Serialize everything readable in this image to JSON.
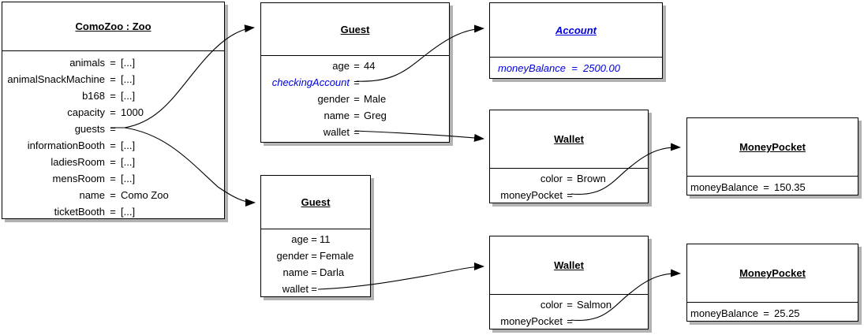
{
  "ui": {
    "equals": "="
  },
  "colors": {
    "reference_blue": "#0000e0",
    "line": "#000000",
    "shadow": "#b2b2b2",
    "background": "#ffffff"
  },
  "boxes": {
    "comozoo": {
      "title": "ComoZoo : Zoo",
      "fields": [
        {
          "name": "animals",
          "value": "[...]"
        },
        {
          "name": "animalSnackMachine",
          "value": "[...]"
        },
        {
          "name": "b168",
          "value": "[...]"
        },
        {
          "name": "capacity",
          "value": "1000"
        },
        {
          "name": "guests",
          "value": ""
        },
        {
          "name": "informationBooth",
          "value": "[...]"
        },
        {
          "name": "ladiesRoom",
          "value": "[...]"
        },
        {
          "name": "mensRoom",
          "value": "[...]"
        },
        {
          "name": "name",
          "value": "Como Zoo"
        },
        {
          "name": "ticketBooth",
          "value": "[...]"
        }
      ]
    },
    "guest1": {
      "title": "Guest",
      "fields": [
        {
          "name": "age",
          "value": "44"
        },
        {
          "name": "checkingAccount",
          "value": ""
        },
        {
          "name": "gender",
          "value": "Male"
        },
        {
          "name": "name",
          "value": "Greg"
        },
        {
          "name": "wallet",
          "value": ""
        }
      ]
    },
    "account": {
      "title": "Account",
      "fields": [
        {
          "name": "moneyBalance",
          "value": "2500.00"
        }
      ]
    },
    "wallet1": {
      "title": "Wallet",
      "fields": [
        {
          "name": "color",
          "value": "Brown"
        },
        {
          "name": "moneyPocket",
          "value": ""
        }
      ]
    },
    "moneypocket1": {
      "title": "MoneyPocket",
      "fields": [
        {
          "name": "moneyBalance",
          "value": "150.35"
        }
      ]
    },
    "guest2": {
      "title": "Guest",
      "fields": [
        {
          "name": "age",
          "value": "11"
        },
        {
          "name": "gender",
          "value": "Female"
        },
        {
          "name": "name",
          "value": "Darla"
        },
        {
          "name": "wallet",
          "value": ""
        }
      ]
    },
    "wallet2": {
      "title": "Wallet",
      "fields": [
        {
          "name": "color",
          "value": "Salmon"
        },
        {
          "name": "moneyPocket",
          "value": ""
        }
      ]
    },
    "moneypocket2": {
      "title": "MoneyPocket",
      "fields": [
        {
          "name": "moneyBalance",
          "value": "25.25"
        }
      ]
    }
  },
  "connectors": [
    {
      "from": "ComoZoo.guests",
      "to": "Guest (Greg)"
    },
    {
      "from": "ComoZoo.guests",
      "to": "Guest (Darla)"
    },
    {
      "from": "Guest (Greg).checkingAccount",
      "to": "Account"
    },
    {
      "from": "Guest (Greg).wallet",
      "to": "Wallet (Brown)"
    },
    {
      "from": "Wallet (Brown).moneyPocket",
      "to": "MoneyPocket (150.35)"
    },
    {
      "from": "Guest (Darla).wallet",
      "to": "Wallet (Salmon)"
    },
    {
      "from": "Wallet (Salmon).moneyPocket",
      "to": "MoneyPocket (25.25)"
    }
  ]
}
